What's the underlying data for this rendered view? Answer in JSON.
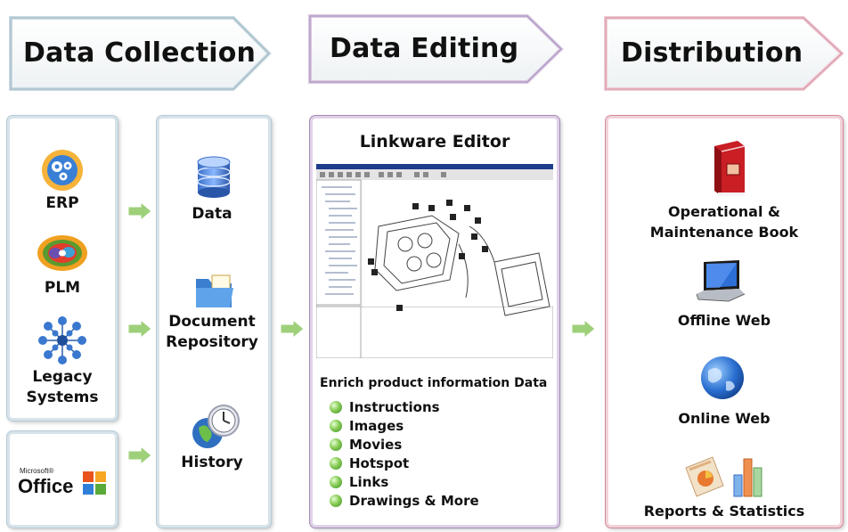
{
  "headers": {
    "data_collection": "Data Collection",
    "data_editing": "Data Editing",
    "distribution": "Distribution"
  },
  "sources": {
    "erp": "ERP",
    "plm": "PLM",
    "legacy_line1": "Legacy",
    "legacy_line2": "Systems",
    "office_small": "Microsoft®",
    "office": "Office"
  },
  "storage": {
    "data": "Data",
    "document_line1": "Document",
    "document_line2": "Repository",
    "history": "History"
  },
  "editor": {
    "title": "Linkware Editor",
    "enrich_title": "Enrich product information Data",
    "items": [
      "Instructions",
      "Images",
      "Movies",
      "Hotspot",
      "Links",
      "Drawings & More"
    ]
  },
  "distribution": {
    "book_line1": "Operational &",
    "book_line2": "Maintenance Book",
    "offline": "Offline Web",
    "online": "Online Web",
    "reports": "Reports & Statistics"
  },
  "icons": {
    "erp": "erp-gears-icon",
    "plm": "plm-gear-icon",
    "legacy": "network-nodes-icon",
    "office": "office-logo-icon",
    "data": "database-icon",
    "document": "folder-document-icon",
    "history": "clock-globe-icon",
    "book": "red-book-icon",
    "offline": "laptop-icon",
    "online": "globe-icon",
    "reports": "charts-icon",
    "arrow": "green-arrow-icon"
  },
  "colors": {
    "blue_frame": "#b8cbd6",
    "purple_frame": "#a58bb6",
    "pink_frame": "#d58a9c",
    "arrow_green": "#9ed07a"
  }
}
